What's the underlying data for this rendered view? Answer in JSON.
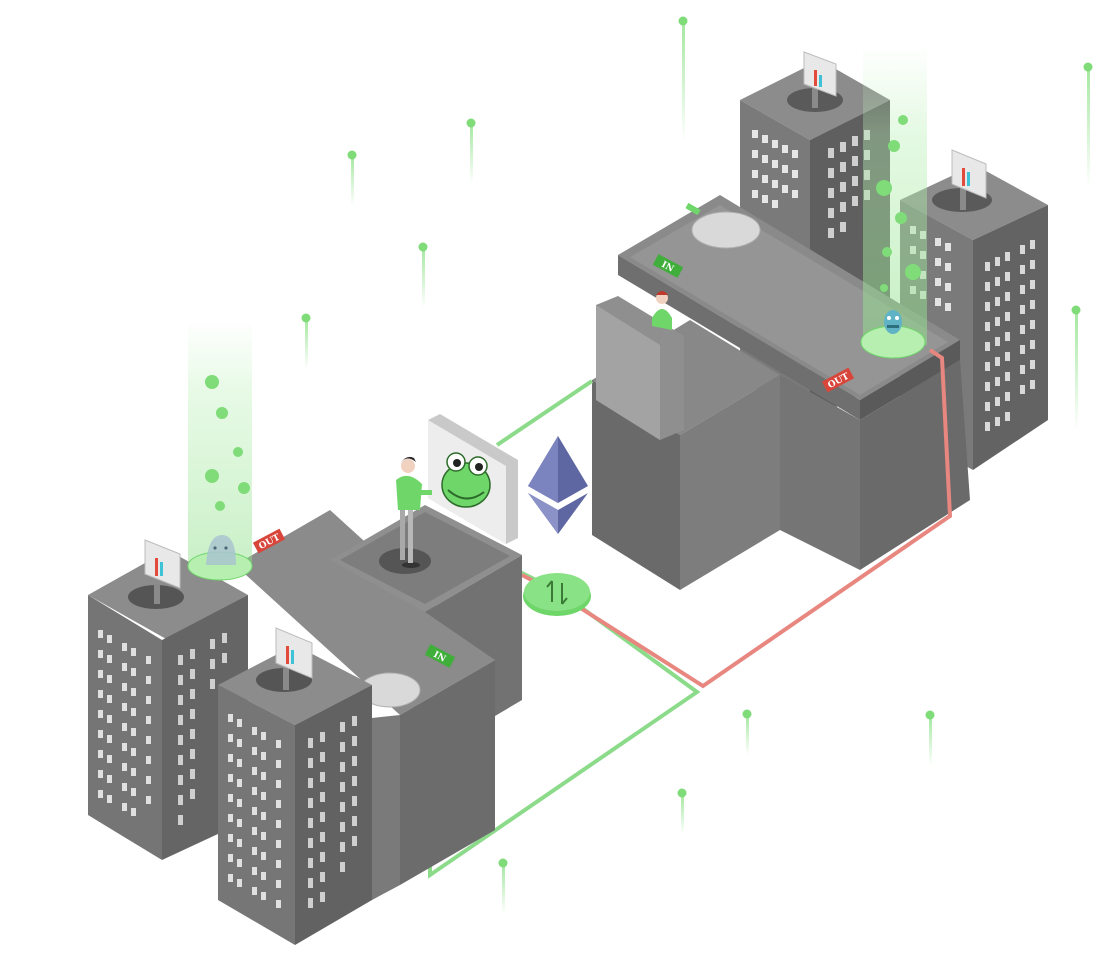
{
  "illustration": {
    "left_block": {
      "out_sign": "OUT",
      "in_sign": "IN",
      "mascot": "frog-character",
      "holo_character": "ghost-creature"
    },
    "right_block": {
      "out_sign": "OUT",
      "in_sign": "IN",
      "holo_character": "blue-monster"
    },
    "center_token": {
      "icon": "ethereum-logo",
      "swap_icon": "swap-arrows"
    },
    "colors": {
      "pipe_green": "#8cdb8a",
      "pipe_red": "#e8877f",
      "accent_green": "#6fd66a",
      "building_light": "#9a9a9a",
      "building_dark": "#6e6e6e",
      "eth_purple": "#5f67a3"
    }
  }
}
